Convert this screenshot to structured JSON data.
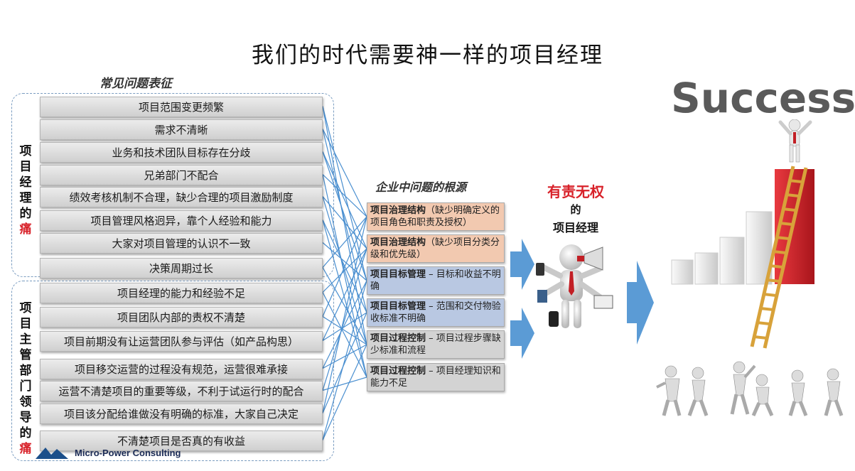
{
  "title": "我们的时代需要神一样的项目经理",
  "symptoms_heading": "常见问题表征",
  "pm_pain_label": {
    "part1": "项目经理的",
    "part2": "痛"
  },
  "exec_pain_label": {
    "part1": "项目主管部门领导的",
    "part2": "痛"
  },
  "symptoms": [
    "项目范围变更频繁",
    "需求不清晰",
    "业务和技术团队目标存在分歧",
    "兄弟部门不配合",
    "绩效考核机制不合理，缺少合理的项目激励制度",
    "项目管理风格迥异，靠个人经验和能力",
    "大家对项目管理的认识不一致",
    "决策周期过长",
    "项目经理的能力和经验不足",
    "项目团队内部的责权不清楚",
    "项目前期没有让运营团队参与评估（如产品构思）",
    "项目移交运营的过程没有规范，运营很难承接",
    "运营不清楚项目的重要等级，不利于试运行时的配合",
    "项目该分配给谁做没有明确的标准，大家自己决定",
    "不清楚项目是否真的有收益"
  ],
  "root_heading": "企业中问题的根源",
  "roots": [
    {
      "bold": "项目治理结构",
      "rest": "（缺少明确定义的项目角色和职责及授权）",
      "color": "#f2c9b0"
    },
    {
      "bold": "项目治理结构",
      "rest": "（缺少项目分类分级和优先级）",
      "color": "#f2c9b0"
    },
    {
      "bold": "项目目标管理",
      "rest": " – 目标和收益不明确",
      "color": "#b9c8e2"
    },
    {
      "bold": "项目目标管理",
      "rest": " – 范围和交付物验收标准不明确",
      "color": "#b9c8e2"
    },
    {
      "bold": "项目过程控制",
      "rest": " – 项目过程步骤缺少标准和流程",
      "color": "#d3d3d3"
    },
    {
      "bold": "项目过程控制",
      "rest": " – 项目经理知识和能力不足",
      "color": "#d3d3d3"
    }
  ],
  "pm_title": {
    "red": "有责无权",
    "de": "的",
    "name": "项目经理"
  },
  "success_text": "Success",
  "footer_logo": "Micro-Power Consulting",
  "colors": {
    "pain_red": "#d8222a",
    "arrow_blue": "#5b9bd5",
    "line_blue": "#4a8fd0",
    "bar_red": "#d8222a"
  }
}
